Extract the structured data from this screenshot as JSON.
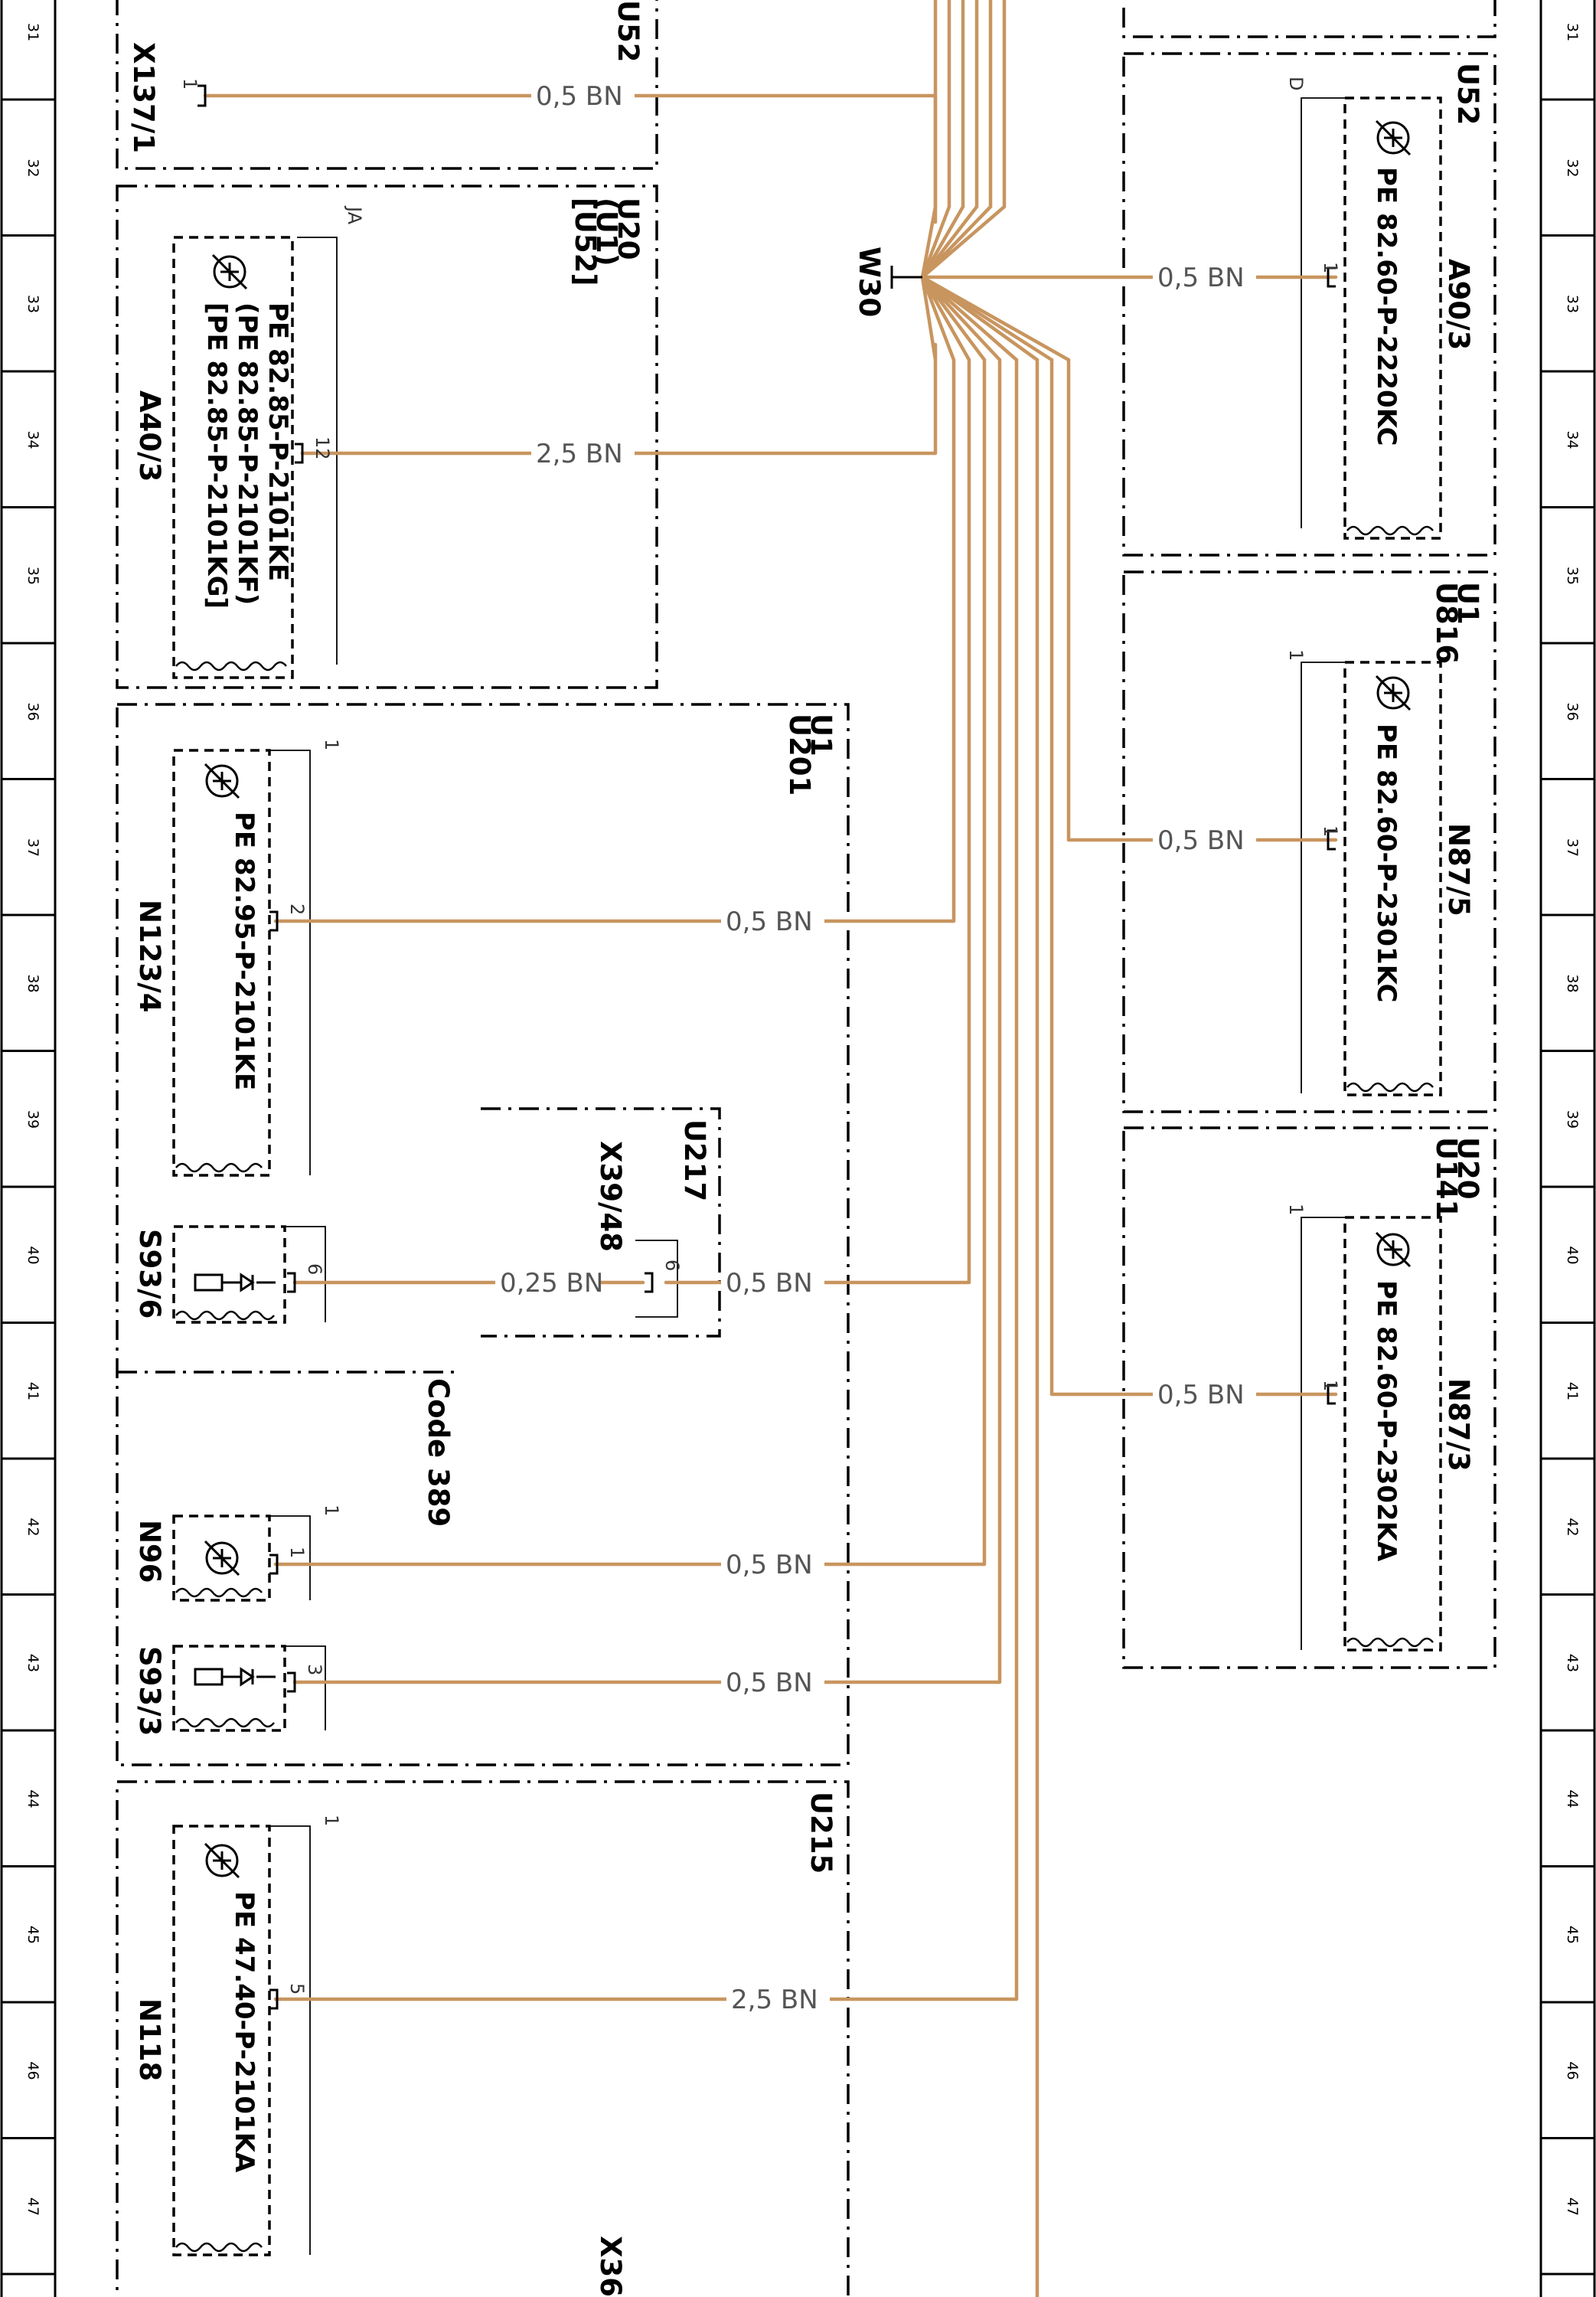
{
  "colors": {
    "wire": "#c8955f",
    "ink": "#000000",
    "wire_label": "#555555"
  },
  "ruler": [
    "31",
    "32",
    "33",
    "34",
    "35",
    "36",
    "37",
    "38",
    "39",
    "40",
    "41",
    "42",
    "43",
    "44",
    "45",
    "46",
    "47"
  ],
  "splice": {
    "name": "W30"
  },
  "components": [
    {
      "id": "X137/1",
      "pin": "1",
      "pe": []
    },
    {
      "id": "A40/3",
      "pin": "12",
      "ref": "JA",
      "pe": [
        "PE 82.85-P-2101KE",
        "(PE 82.85-P-2101KF)",
        "[PE 82.85-P-2101KG]"
      ]
    },
    {
      "id": "N123/4",
      "pin": "2",
      "pin_top": "1",
      "pe": [
        "PE 82.95-P-2101KE"
      ]
    },
    {
      "id": "S93/6",
      "pin": "6",
      "pe": []
    },
    {
      "id": "X39/48",
      "pin": "6",
      "pe": []
    },
    {
      "id": "N96",
      "pin": "1",
      "pin_top": "1",
      "pe": []
    },
    {
      "id": "S93/3",
      "pin": "3",
      "pe": []
    },
    {
      "id": "N118",
      "pin": "5",
      "pin_top": "1",
      "pe": [
        "PE 47.40-P-2101KA"
      ]
    },
    {
      "id": "X36",
      "pe": []
    },
    {
      "id": "A90/3",
      "pin": "1",
      "ref": "D",
      "pe": [
        "PE 82.60-P-2220KC"
      ]
    },
    {
      "id": "N87/5",
      "pin": "1",
      "pin_top": "1",
      "pe": [
        "PE 82.60-P-2301KC"
      ]
    },
    {
      "id": "N87/3",
      "pin": "1",
      "pin_top": "1",
      "pe": [
        "PE 82.60-P-2302KA"
      ]
    }
  ],
  "groups": [
    {
      "id": "U52"
    },
    {
      "id": "U20",
      "sub": [
        "(U1)",
        "[U52]"
      ]
    },
    {
      "id": "U1",
      "sub": [
        "U201"
      ]
    },
    {
      "id": "U217"
    },
    {
      "id": "Code 389"
    },
    {
      "id": "U215"
    },
    {
      "id": "U52"
    },
    {
      "id": "U1",
      "sub": [
        "U816"
      ]
    },
    {
      "id": "U20",
      "sub": [
        "U141"
      ]
    }
  ],
  "wires": [
    {
      "label": "0,5 BN"
    },
    {
      "label": "2,5 BN"
    },
    {
      "label": "0,5 BN"
    },
    {
      "label": "0,25 BN"
    },
    {
      "label": "0,5 BN"
    },
    {
      "label": "0,5 BN"
    },
    {
      "label": "0,5 BN"
    },
    {
      "label": "2,5 BN"
    },
    {
      "label": "0,5 BN"
    },
    {
      "label": "0,5 BN"
    },
    {
      "label": "0,5 BN"
    }
  ]
}
